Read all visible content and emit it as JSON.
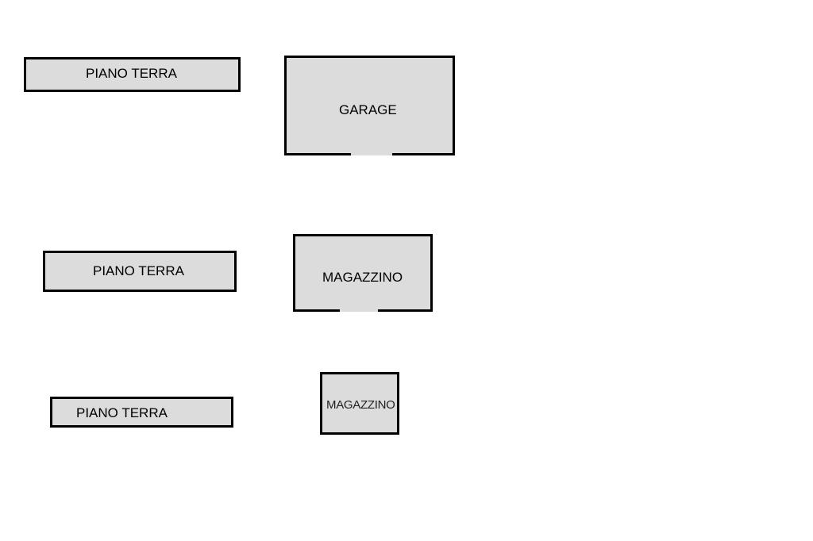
{
  "rooms": [
    {
      "label": "PIANO TERRA"
    },
    {
      "label": "GARAGE"
    },
    {
      "label": "PIANO TERRA"
    },
    {
      "label": "MAGAZZINO"
    },
    {
      "label": "PIANO TERRA"
    },
    {
      "label": "MAGAZZINO"
    }
  ],
  "colors": {
    "fill": "#dcdcdc",
    "wall": "#000000"
  }
}
